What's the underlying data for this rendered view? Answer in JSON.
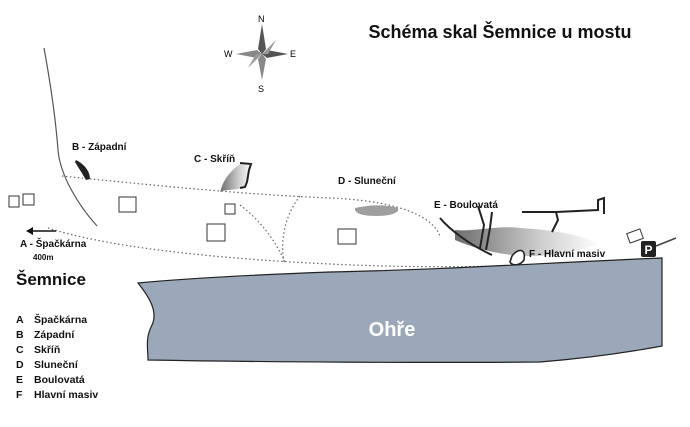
{
  "title": "Schéma skal Šemnice u mostu",
  "compass": {
    "n": "N",
    "e": "E",
    "s": "S",
    "w": "W"
  },
  "rocks": {
    "a": "A - Špačkárna",
    "b": "B - Západní",
    "c": "C - Skříň",
    "d": "D - Sluneční",
    "e": "E - Boulovatá",
    "f": "F - Hlavní masiv"
  },
  "distance_label": "400m",
  "village": "Šemnice",
  "river": "Ohře",
  "parking": "P",
  "legend": [
    {
      "key": "A",
      "name": "Špačkárna"
    },
    {
      "key": "B",
      "name": "Západní"
    },
    {
      "key": "C",
      "name": "Skříň"
    },
    {
      "key": "D",
      "name": "Sluneční"
    },
    {
      "key": "E",
      "name": "Boulovatá"
    },
    {
      "key": "F",
      "name": "Hlavní masiv"
    }
  ],
  "colors": {
    "river": "#9aa8b9",
    "rock_dark": "#2a2a2a",
    "parking": "#222222"
  }
}
